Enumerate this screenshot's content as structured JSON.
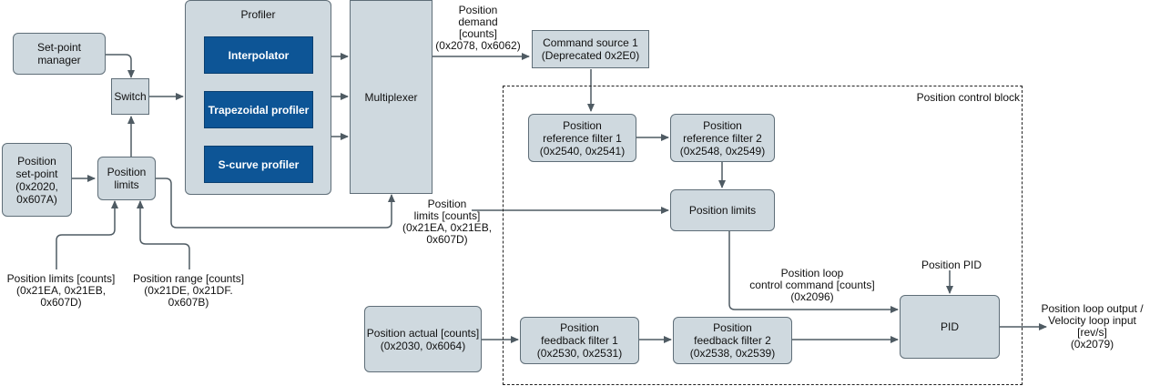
{
  "profiler": {
    "title": "Profiler",
    "interpolator": "Interpolator",
    "trapezoidal": "Trapezoidal profiler",
    "scurve": "S-curve profiler"
  },
  "blocks": {
    "setpoint_manager": "Set-point\nmanager",
    "switch": "Switch",
    "position_setpoint": "Position\nset-point\n(0x2020,\n0x607A)",
    "position_limits_left": "Position\nlimits",
    "multiplexer": "Multiplexer",
    "command_source": "Command source 1\n(Deprecated 0x2E0)",
    "ref_filter_1": "Position\nreference filter 1\n(0x2540, 0x2541)",
    "ref_filter_2": "Position\nreference filter 2\n(0x2548, 0x2549)",
    "position_limits_right": "Position limits",
    "position_actual": "Position actual [counts]\n(0x2030, 0x6064)",
    "fb_filter_1": "Position\nfeedback filter 1\n(0x2530, 0x2531)",
    "fb_filter_2": "Position\nfeedback filter 2\n(0x2538, 0x2539)",
    "pid": "PID"
  },
  "labels": {
    "control_block": "Position control block",
    "position_demand": "Position\ndemand\n[counts]\n(0x2078, 0x6062)",
    "limits_counts_mid": "Position\nlimits [counts]\n(0x21EA, 0x21EB,\n0x607D)",
    "limits_counts_bottom": "Position limits [counts]\n(0x21EA, 0x21EB,\n0x607D)",
    "range_counts": "Position range [counts]\n(0x21DE, 0x21DF.\n0x607B)",
    "loop_command": "Position loop\ncontrol command [counts]\n(0x2096)",
    "position_pid": "Position PID",
    "loop_output": "Position loop output /\nVelocity loop input\n[rev/s]\n(0x2079)"
  },
  "colors": {
    "block_fill": "#cfd9df",
    "block_border": "#5f6e78",
    "profiler_blue": "#0d5596",
    "wire": "#4f5b63"
  }
}
